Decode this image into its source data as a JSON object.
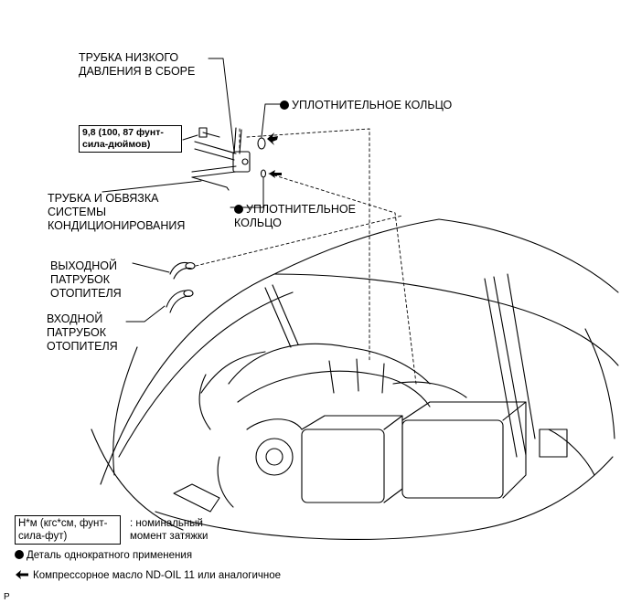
{
  "labels": {
    "low_pressure_tube": "ТРУБКА НИЗКОГО\nДАВЛЕНИЯ В СБОРЕ",
    "o_ring_upper": "УПЛОТНИТЕЛЬНОЕ КОЛЬЦО",
    "torque_value": "9,8 (100, 87 фунт-\nсила-дюймов)",
    "ac_tube": "ТРУБКА И ОБВЯЗКА\nСИСТЕМЫ\nКОНДИЦИОНИРОВАНИЯ",
    "o_ring_lower": "УПЛОТНИТЕЛЬНОЕ\nКОЛЬЦО",
    "heater_outlet": "ВЫХОДНОЙ\nПАТРУБОК\nОТОПИТЕЛЯ",
    "heater_inlet": "ВХОДНОЙ\nПАТРУБОК\nОТОПИТЕЛЯ"
  },
  "legend": {
    "torque_units": "Н*м (кгс*см, фунт-\nсила-фут)",
    "torque_desc": ": номинальный\nмомент затяжки",
    "non_reusable": "Деталь однократного применения",
    "compressor_oil": "Компрессорное масло ND-OIL 11 или аналогичное"
  },
  "corner_mark": "P",
  "icons": {
    "non_reusable": "filled-circle-icon",
    "compressor_oil": "arrow-left-icon"
  }
}
